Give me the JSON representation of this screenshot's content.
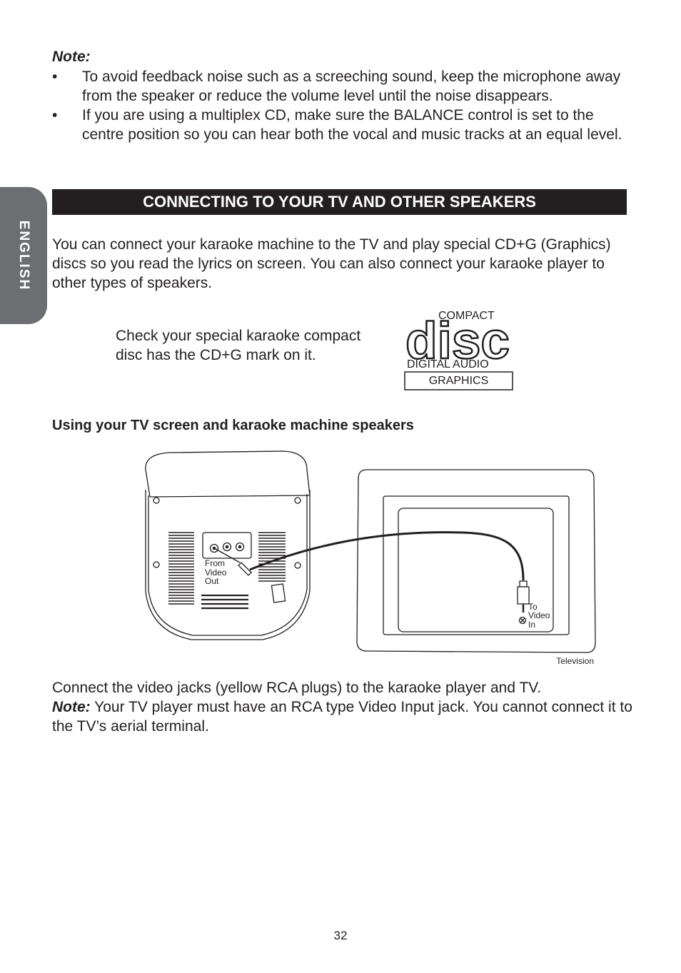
{
  "note": {
    "title": "Note:",
    "bullets": [
      "To avoid feedback noise such as a screeching sound, keep the microphone away from the speaker or reduce the volume level until the noise disappears.",
      "If you are using a multiplex CD, make sure the BALANCE control is set to the centre position so you can hear both the vocal and music tracks at an equal level."
    ],
    "bullet_char": "•"
  },
  "side_tab": "ENGLISH",
  "section_title": "CONNECTING TO YOUR TV AND OTHER SPEAKERS",
  "intro": "You can connect your karaoke machine to the TV and play special CD+G (Graphics) discs so you read the lyrics on screen. You can also connect your karaoke player to other types of speakers.",
  "check_text": "Check your special karaoke compact disc has the CD+G mark on it.",
  "logo": {
    "top": "COMPACT",
    "middle": "disc",
    "bottom": "DIGITAL AUDIO",
    "box": "GRAPHICS"
  },
  "subhead": "Using your TV screen and karaoke machine speakers",
  "diagram": {
    "from_label": [
      "From",
      "Video",
      "Out"
    ],
    "to_label": [
      "To",
      "Video",
      "In"
    ],
    "tv_label": "Television"
  },
  "connect": {
    "line1": "Connect the video jacks (yellow RCA plugs) to the karaoke player and TV.",
    "note_label": "Note:",
    "note_text": " Your TV player must have an RCA type Video Input jack. You cannot connect it to the TV’s aerial terminal."
  },
  "page_number": "32"
}
